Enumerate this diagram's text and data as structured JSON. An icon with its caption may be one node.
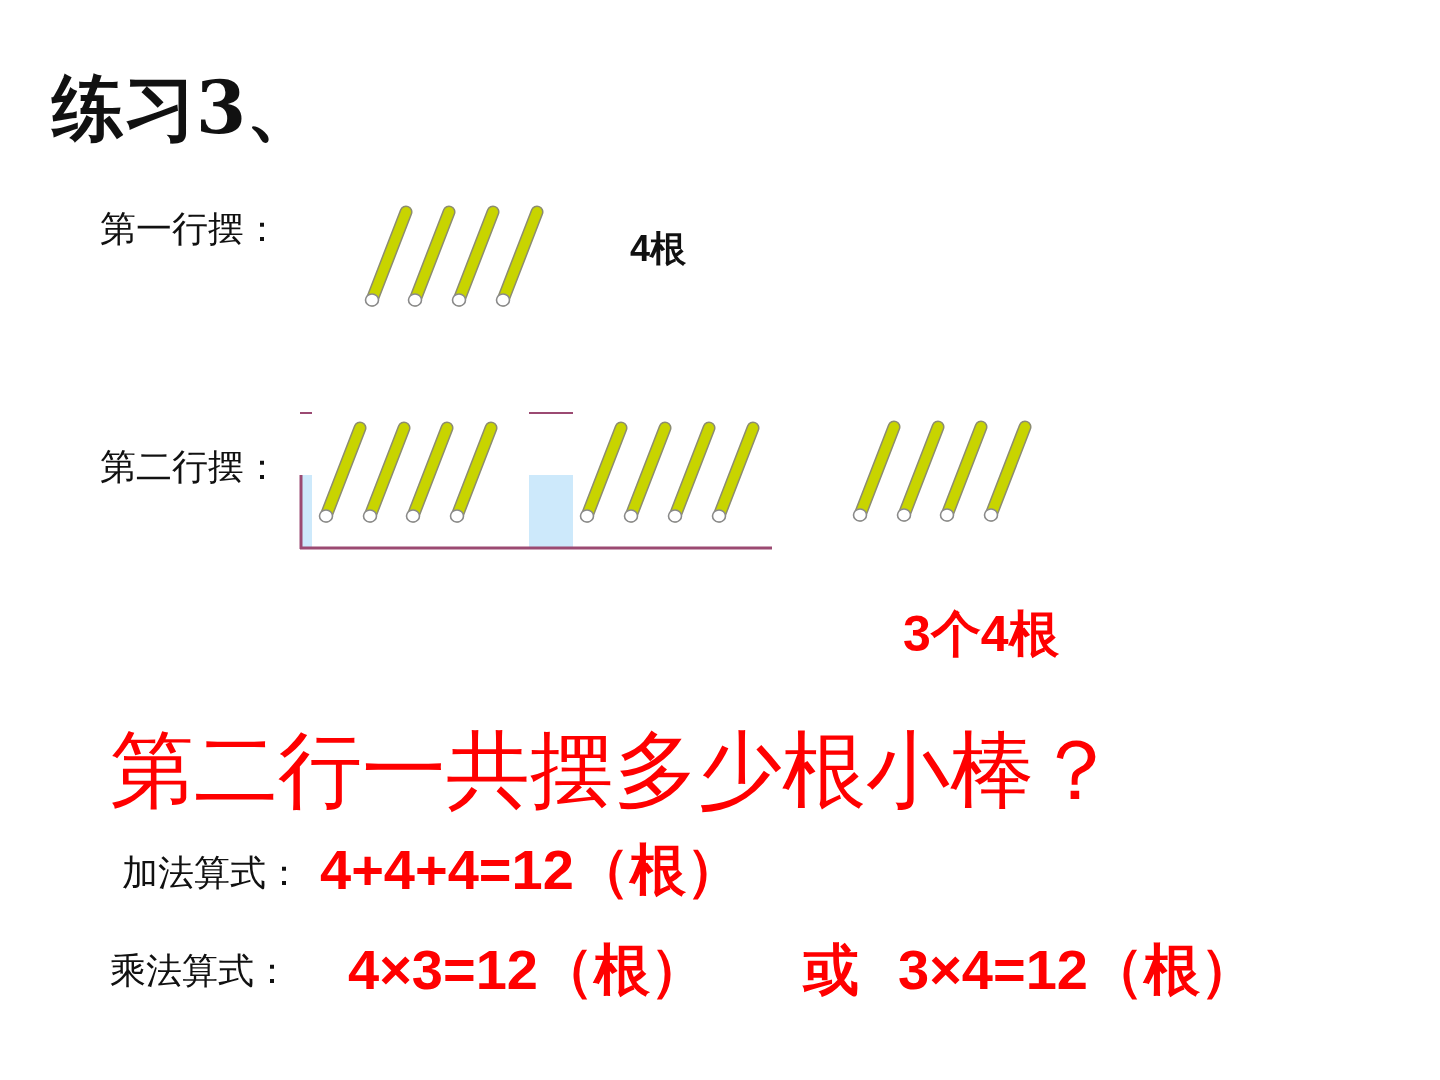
{
  "diagram": {
    "title": "练习3、",
    "labels": [
      "第一行摆：",
      "4根",
      "第二行摆：",
      "3个4根",
      "第二行一共摆多少根小棒？",
      "加法算式：",
      "4+4+4=12（根）",
      "乘法算式：",
      "4×3=12（根）",
      "或",
      "3×4=12（根）"
    ]
  }
}
